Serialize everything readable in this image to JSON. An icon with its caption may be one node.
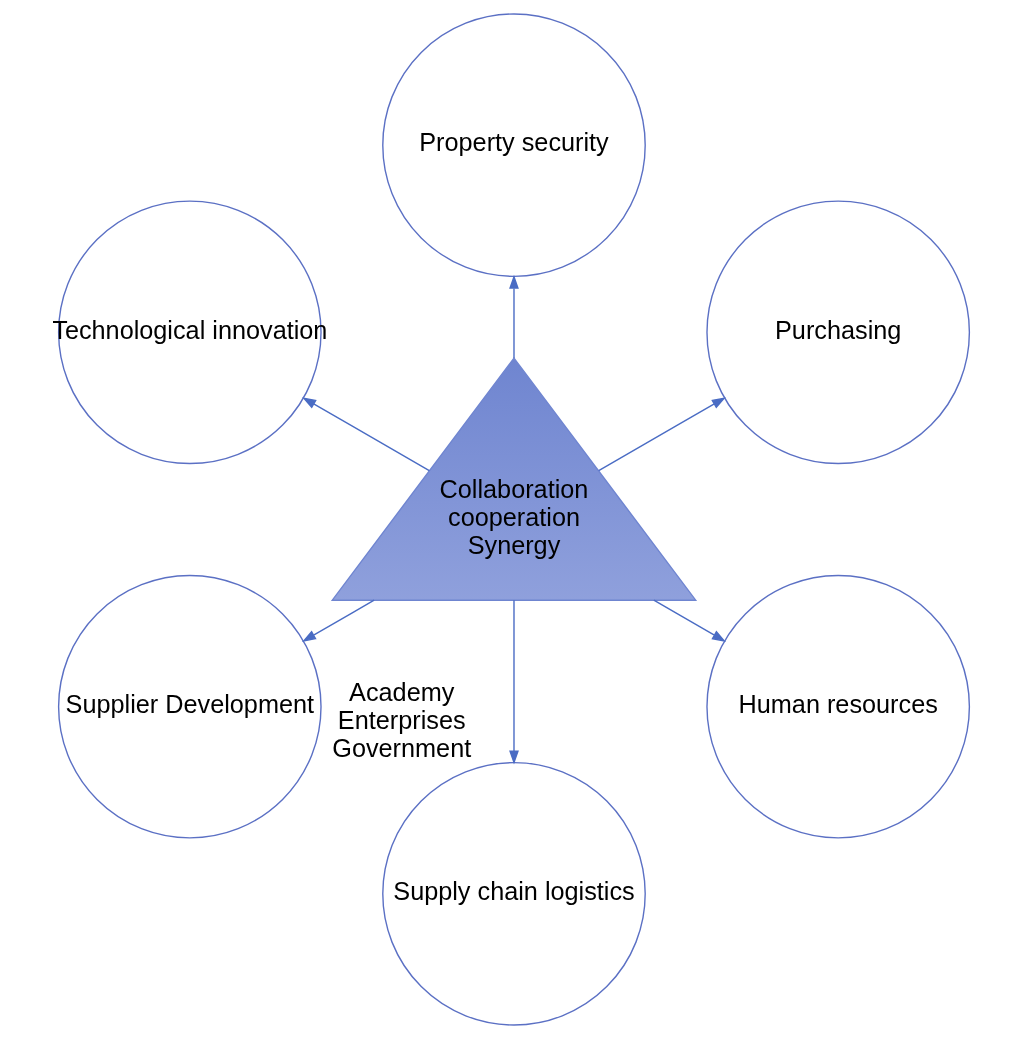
{
  "diagram": {
    "nodes": [
      {
        "text": [
          "Collaboration",
          "cooperation",
          "Synergy"
        ],
        "beside": [
          "Academy",
          "Enterprises",
          "Government"
        ]
      },
      {
        "text": [
          "Purchasing"
        ]
      },
      {
        "text": [
          "Property security"
        ]
      },
      {
        "text": [
          "Technological innovation"
        ]
      },
      {
        "text": [
          "Supplier Development"
        ]
      },
      {
        "text": [
          "Supply chain logistics"
        ]
      },
      {
        "text": [
          "Human resources"
        ]
      }
    ],
    "edges": [
      {
        "from": 0,
        "to": 1,
        "arrow": "to"
      },
      {
        "from": 0,
        "to": 2,
        "arrow": "to"
      },
      {
        "from": 0,
        "to": 3,
        "arrow": "to"
      },
      {
        "from": 0,
        "to": 4,
        "arrow": "to"
      },
      {
        "from": 0,
        "to": 5,
        "arrow": "to"
      },
      {
        "from": 0,
        "to": 6,
        "arrow": "to"
      }
    ]
  }
}
